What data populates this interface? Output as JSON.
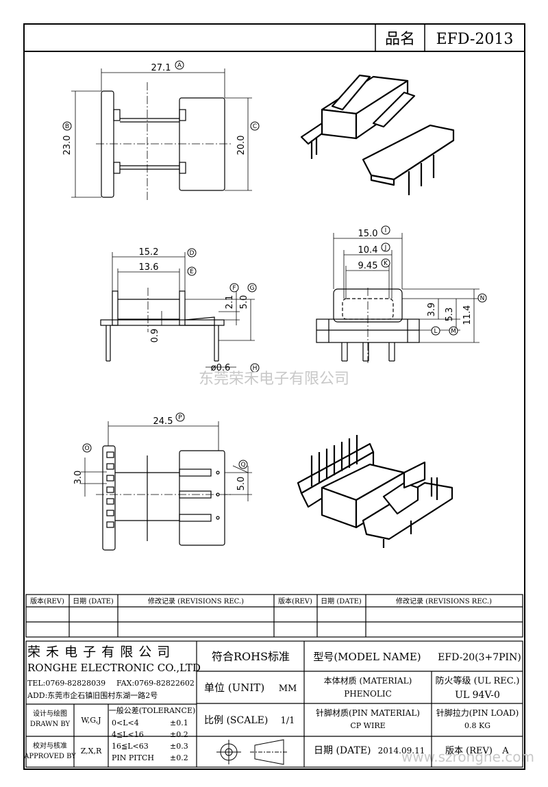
{
  "header": {
    "name_label": "品名",
    "part_no": "EFD-2013"
  },
  "dims": {
    "A": {
      "tag": "A",
      "value": "27.1"
    },
    "B": {
      "tag": "B",
      "value": "23.0"
    },
    "C": {
      "tag": "C",
      "value": "20.0"
    },
    "D": {
      "tag": "D",
      "value": "15.2"
    },
    "E": {
      "tag": "E",
      "value": "13.6"
    },
    "F": {
      "tag": "F",
      "value": "2.1"
    },
    "G": {
      "tag": "G",
      "value": "5.0"
    },
    "H": {
      "tag": "H",
      "value": "ø0.6"
    },
    "I": {
      "tag": "I",
      "value": "15.0"
    },
    "J": {
      "tag": "J",
      "value": "10.4"
    },
    "K": {
      "tag": "K",
      "value": "9.45"
    },
    "L": {
      "tag": "L",
      "value": "3.9"
    },
    "M": {
      "tag": "M",
      "value": "5.3"
    },
    "N": {
      "tag": "N",
      "value": "11.4"
    },
    "O": {
      "tag": "O",
      "value": "3.0"
    },
    "P": {
      "tag": "P",
      "value": "24.5"
    },
    "Q": {
      "tag": "Q",
      "value": "5.0"
    },
    "misc": "0.9"
  },
  "watermarks": {
    "center": "东莞荣禾电子有限公司",
    "corner": "www.szronghe.com"
  },
  "revisions": {
    "rev": "版本(REV)",
    "date": "日期 (DATE)",
    "record": "修改记录 (REVISIONS REC.)"
  },
  "title_block": {
    "company_cn": "荣 禾 电 子 有 限 公 司",
    "company_en": "RONGHE ELECTRONIC CO.,LTD",
    "tel": "TEL:0769-82828039",
    "fax": "FAX:0769-82822602",
    "addr": "ADD:东莞市企石镇旧围村东湖一路2号",
    "rohs": "符合ROHS标准",
    "model_label": "型号(MODEL NAME)",
    "model_value": "EFD-20(3+7PIN)",
    "unit_label": "单位 (UNIT)",
    "unit_value": "MM",
    "material_label": "本体材质 (MATERIAL)",
    "material_value": "PHENOLIC",
    "fire_label": "防火等级 (UL REC.)",
    "fire_value": "UL 94V-0",
    "drawn_label_cn": "设计与绘图",
    "drawn_label_en": "DRAWN BY",
    "drawn_value": "W,G,J",
    "tol_title": "一般公差(TOLERANCE)",
    "tol": [
      {
        "range": "0<L<4",
        "value": "±0.1"
      },
      {
        "range": "4≦L<16",
        "value": "±0.2"
      },
      {
        "range": "16≦L<63",
        "value": "±0.3"
      },
      {
        "range": "PIN PITCH",
        "value": "±0.2"
      }
    ],
    "scale_label": "比例 (SCALE)",
    "scale_value": "1/1",
    "pin_mat_label": "针脚材质(PIN MATERIAL)",
    "pin_mat_value": "CP WIRE",
    "pin_load_label": "针脚拉力(PIN LOAD)",
    "pin_load_value": "0.8 KG",
    "approved_label_cn": "校对与核准",
    "approved_label_en": "APPROVED BY",
    "approved_value": "Z,X,R",
    "date_label": "日期 (DATE)",
    "date_value": "2014.09.11",
    "rev_label": "版本 (REV)",
    "rev_value": "A"
  }
}
